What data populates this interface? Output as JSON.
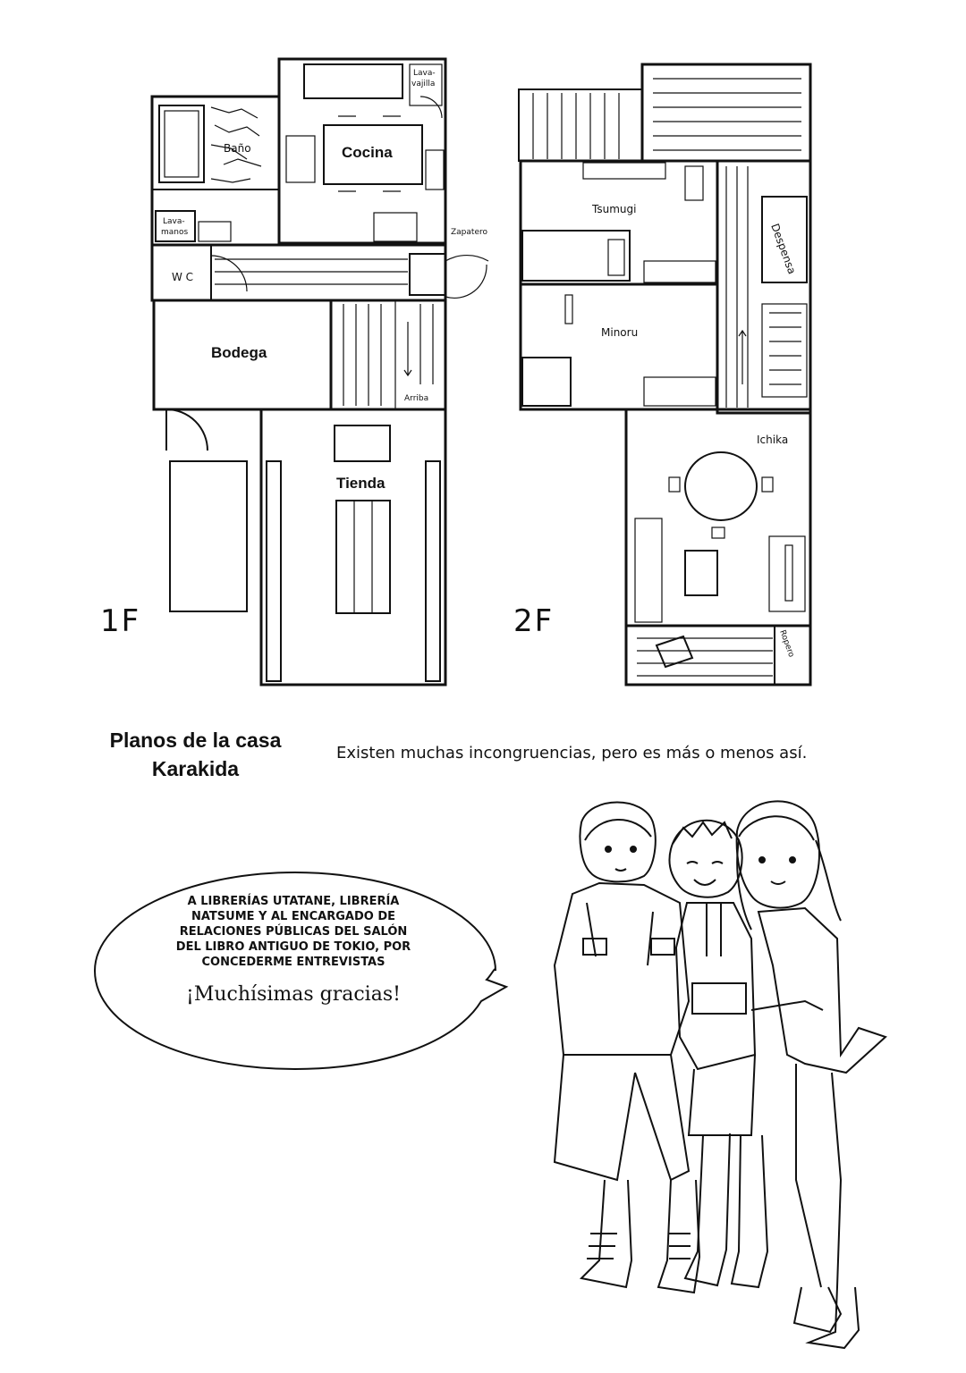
{
  "floor1": {
    "tag": "1F",
    "rooms": {
      "bano": "Baño",
      "cocina": "Cocina",
      "lavavajilla_1": "Lava-",
      "lavavajilla_2": "vajilla",
      "lavamanos_1": "Lava-",
      "lavamanos_2": "manos",
      "zapatero": "Zapatero",
      "wc": "W C",
      "bodega": "Bodega",
      "arriba": "Arriba",
      "tienda": "Tienda"
    }
  },
  "floor2": {
    "tag": "2F",
    "rooms": {
      "tsumugi": "Tsumugi",
      "despensa": "Despensa",
      "minoru": "Minoru",
      "ichika": "Ichika",
      "ropero": "Ropero"
    }
  },
  "title": {
    "line1": "Planos de la casa",
    "line2": "Karakida"
  },
  "caption": "Existen muchas incongruencias, pero es más o menos así.",
  "speech_bubble": {
    "lines": [
      "A librerías Utatane, librería",
      "Natsume y al encargado de",
      "relaciones públicas del Salón",
      "del libro antiguo de Tokio, por",
      "concederme entrevistas"
    ],
    "thanks": "¡Muchísimas gracias!"
  }
}
